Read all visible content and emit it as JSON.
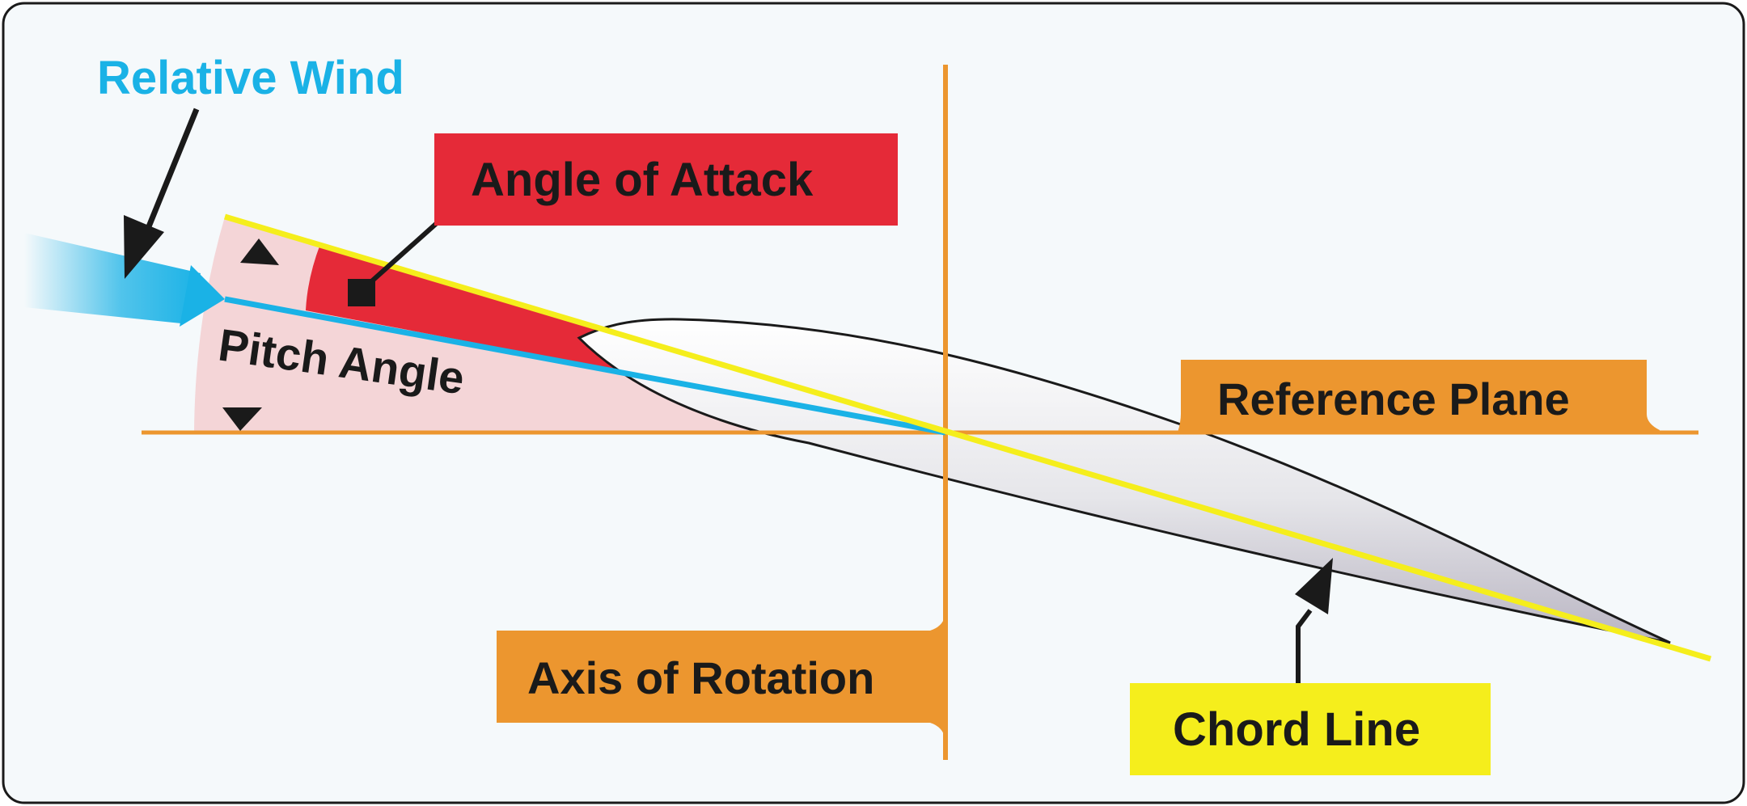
{
  "labels": {
    "relative_wind": "Relative Wind",
    "angle_of_attack": "Angle of Attack",
    "pitch_angle": "Pitch Angle",
    "reference_plane": "Reference Plane",
    "axis_of_rotation": "Axis of Rotation",
    "chord_line": "Chord Line"
  },
  "colors": {
    "background": "#f5f9fb",
    "frame": "#1a1a1a",
    "relative_wind": "#1ab2e6",
    "angle_of_attack": "#e52a38",
    "pitch_angle_fill": "#f4d5d7",
    "reference": "#ec962f",
    "chord_line": "#f5ee1c",
    "airfoil": "#e6e6ea",
    "text": "#1a1a1a"
  }
}
